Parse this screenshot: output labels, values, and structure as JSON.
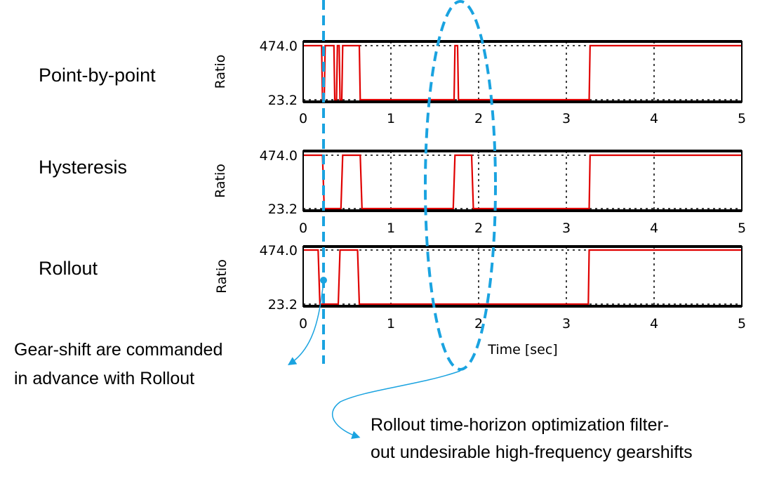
{
  "chart_data": [
    {
      "type": "line",
      "row_label": "Point-by-point",
      "ylabel": "Ratio",
      "xlabel": "",
      "xlim": [
        0,
        5
      ],
      "ylim": [
        23.2,
        474.0
      ],
      "x_ticks": [
        "0",
        "1",
        "2",
        "3",
        "4",
        "5"
      ],
      "y_ticks": [
        "23.2",
        "474.0"
      ],
      "grid": true,
      "series": [
        {
          "color": "#e00000",
          "x": [
            0,
            0.21,
            0.22,
            0.24,
            0.25,
            0.35,
            0.36,
            0.38,
            0.39,
            0.41,
            0.42,
            0.44,
            0.45,
            0.47,
            0.48,
            0.64,
            0.65,
            1.72,
            1.73,
            1.76,
            1.77,
            3.26,
            3.27,
            5
          ],
          "y": [
            474.0,
            474.0,
            23.2,
            23.2,
            474.0,
            474.0,
            23.2,
            23.2,
            474.0,
            474.0,
            23.2,
            23.2,
            474.0,
            474.0,
            474.0,
            474.0,
            23.2,
            23.2,
            474.0,
            474.0,
            23.2,
            23.2,
            474.0,
            474.0
          ]
        }
      ]
    },
    {
      "type": "line",
      "row_label": "Hysteresis",
      "ylabel": "Ratio",
      "xlabel": "",
      "xlim": [
        0,
        5
      ],
      "ylim": [
        23.2,
        474.0
      ],
      "x_ticks": [
        "0",
        "1",
        "2",
        "3",
        "4",
        "5"
      ],
      "y_ticks": [
        "23.2",
        "474.0"
      ],
      "grid": true,
      "series": [
        {
          "color": "#e00000",
          "x": [
            0,
            0.22,
            0.24,
            0.43,
            0.45,
            0.65,
            0.67,
            1.71,
            1.73,
            1.92,
            1.94,
            3.26,
            3.27,
            5
          ],
          "y": [
            474.0,
            474.0,
            23.2,
            23.2,
            474.0,
            474.0,
            23.2,
            23.2,
            474.0,
            474.0,
            23.2,
            23.2,
            474.0,
            474.0
          ]
        }
      ]
    },
    {
      "type": "line",
      "row_label": "Rollout",
      "ylabel": "Ratio",
      "xlabel": "Time [sec]",
      "xlim": [
        0,
        5
      ],
      "ylim": [
        23.2,
        474.0
      ],
      "x_ticks": [
        "0",
        "1",
        "2",
        "3",
        "4",
        "5"
      ],
      "y_ticks": [
        "23.2",
        "474.0"
      ],
      "grid": true,
      "series": [
        {
          "color": "#e00000",
          "x": [
            0,
            0.17,
            0.19,
            0.4,
            0.42,
            0.62,
            0.64,
            3.25,
            3.26,
            5
          ],
          "y": [
            474.0,
            474.0,
            23.2,
            23.2,
            474.0,
            474.0,
            23.2,
            23.2,
            474.0,
            474.0
          ]
        }
      ]
    }
  ],
  "annotations": {
    "left_caption": [
      "Gear-shift are commanded",
      "in advance with Rollout"
    ],
    "right_caption": [
      "Rollout time-horizon optimization filter-",
      "out undesirable high-frequency gearshifts"
    ],
    "accent_color": "#1aa3e0"
  }
}
